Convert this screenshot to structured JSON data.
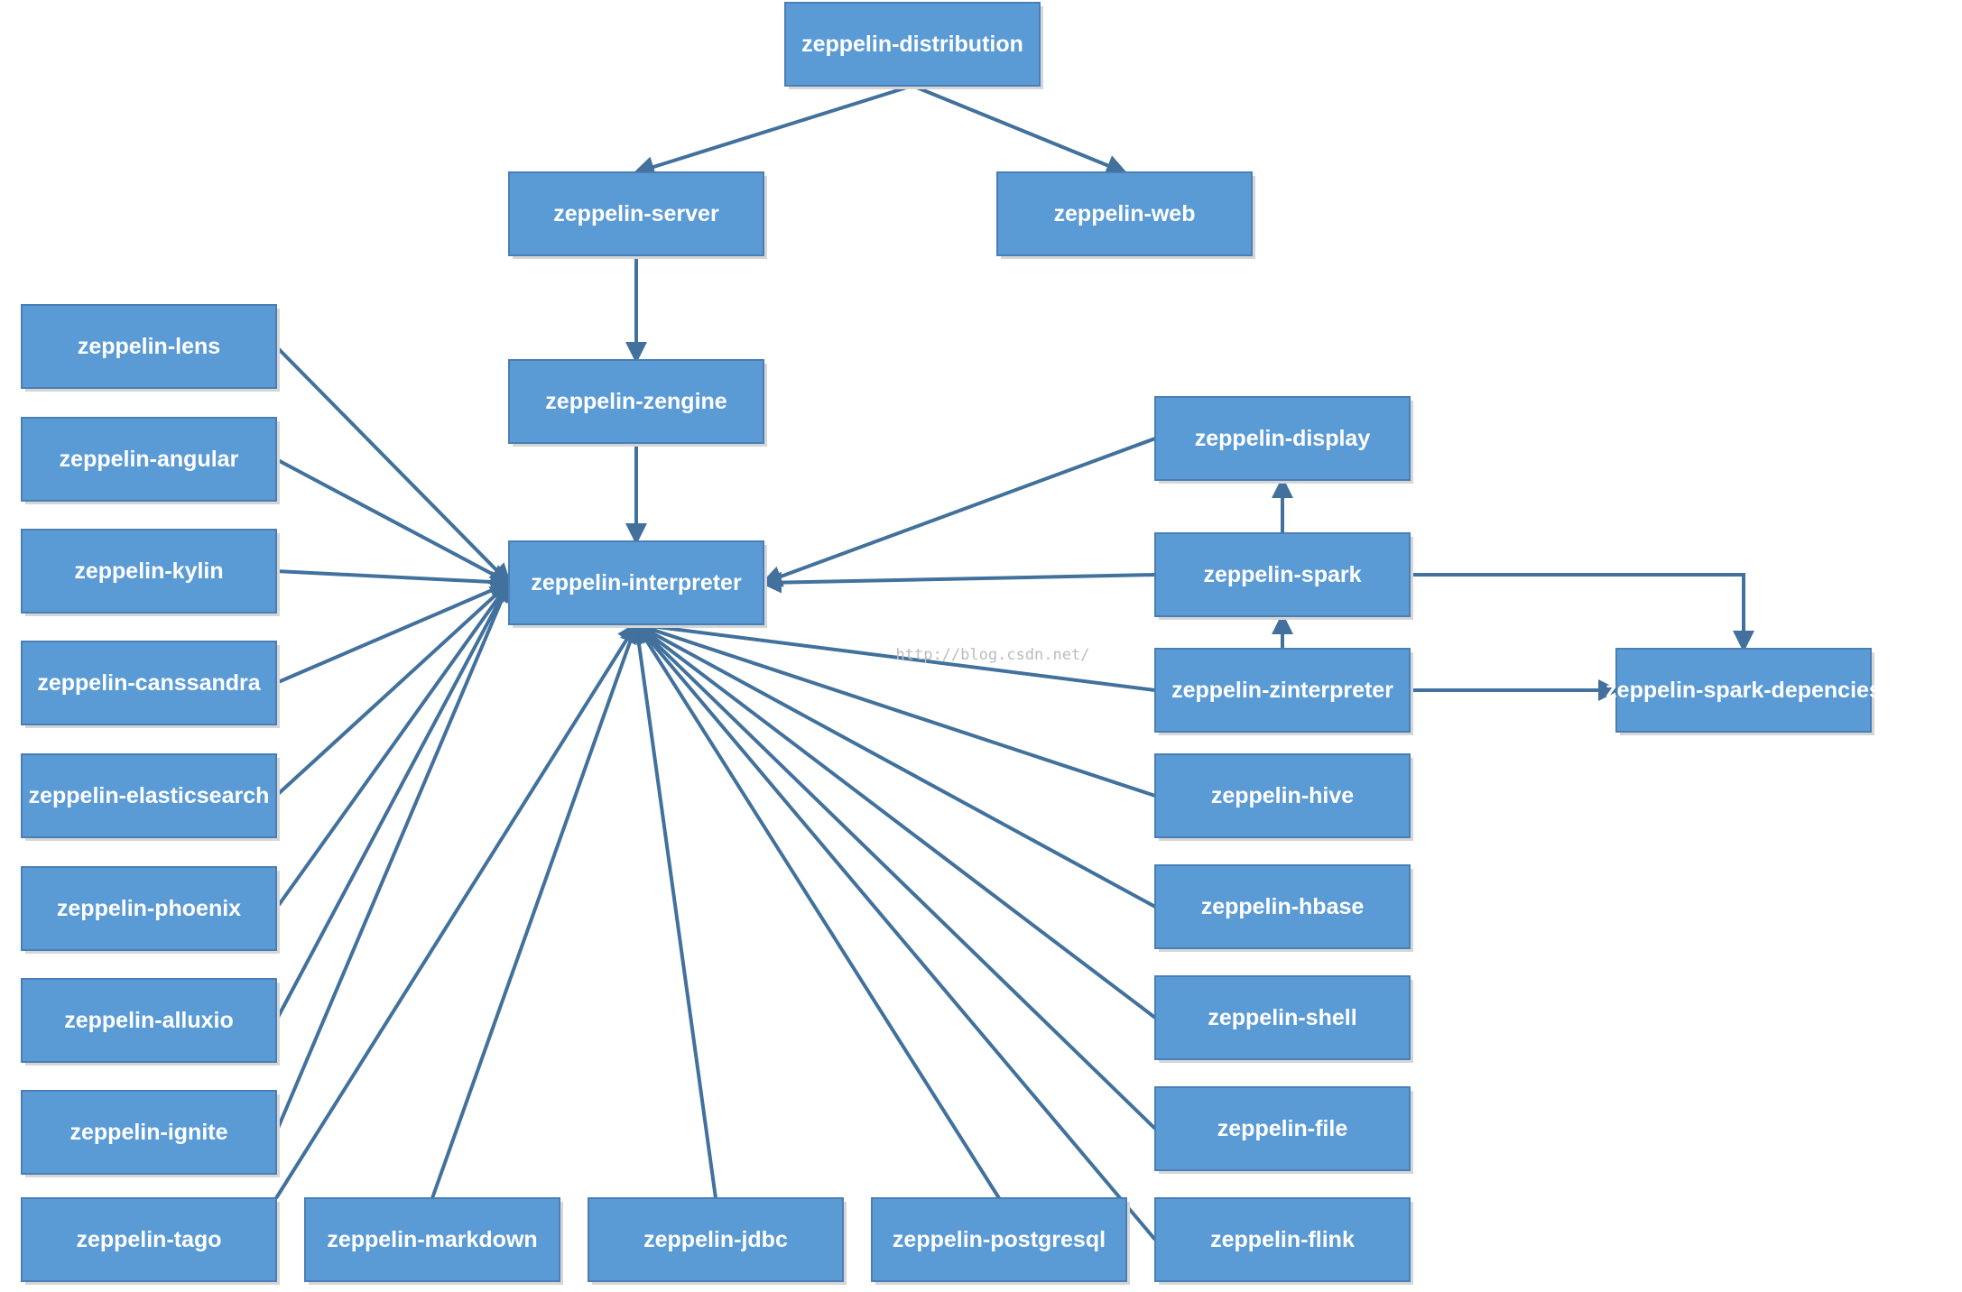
{
  "colors": {
    "node_fill": "#5b9bd5",
    "node_shadow": "#d6d6d6",
    "edge": "#41719c",
    "node_text": "#ffffff"
  },
  "watermark": "http://blog.csdn.net/",
  "nodes": [
    {
      "id": "distribution",
      "label": "zeppelin-distribution"
    },
    {
      "id": "server",
      "label": "zeppelin-server"
    },
    {
      "id": "web",
      "label": "zeppelin-web"
    },
    {
      "id": "zengine",
      "label": "zeppelin-zengine"
    },
    {
      "id": "interpreter",
      "label": "zeppelin-interpreter"
    },
    {
      "id": "lens",
      "label": "zeppelin-lens"
    },
    {
      "id": "angular",
      "label": "zeppelin-angular"
    },
    {
      "id": "kylin",
      "label": "zeppelin-kylin"
    },
    {
      "id": "canssandra",
      "label": "zeppelin-canssandra"
    },
    {
      "id": "elasticsearch",
      "label": "zeppelin-elasticsearch"
    },
    {
      "id": "phoenix",
      "label": "zeppelin-phoenix"
    },
    {
      "id": "alluxio",
      "label": "zeppelin-alluxio"
    },
    {
      "id": "ignite",
      "label": "zeppelin-ignite"
    },
    {
      "id": "tago",
      "label": "zeppelin-tago"
    },
    {
      "id": "markdown",
      "label": "zeppelin-markdown"
    },
    {
      "id": "jdbc",
      "label": "zeppelin-jdbc"
    },
    {
      "id": "postgresql",
      "label": "zeppelin-postgresql"
    },
    {
      "id": "flink",
      "label": "zeppelin-flink"
    },
    {
      "id": "display",
      "label": "zeppelin-display"
    },
    {
      "id": "spark",
      "label": "zeppelin-spark"
    },
    {
      "id": "zinterpreter",
      "label": "zeppelin-zinterpreter"
    },
    {
      "id": "spark_depencies",
      "label": "zeppelin-spark-depencies"
    },
    {
      "id": "hive",
      "label": "zeppelin-hive"
    },
    {
      "id": "hbase",
      "label": "zeppelin-hbase"
    },
    {
      "id": "shell",
      "label": "zeppelin-shell"
    },
    {
      "id": "file",
      "label": "zeppelin-file"
    }
  ],
  "edges": [
    {
      "from": "distribution",
      "to": "server"
    },
    {
      "from": "distribution",
      "to": "web"
    },
    {
      "from": "server",
      "to": "zengine"
    },
    {
      "from": "zengine",
      "to": "interpreter"
    },
    {
      "from": "lens",
      "to": "interpreter"
    },
    {
      "from": "angular",
      "to": "interpreter"
    },
    {
      "from": "kylin",
      "to": "interpreter"
    },
    {
      "from": "canssandra",
      "to": "interpreter"
    },
    {
      "from": "elasticsearch",
      "to": "interpreter"
    },
    {
      "from": "phoenix",
      "to": "interpreter"
    },
    {
      "from": "alluxio",
      "to": "interpreter"
    },
    {
      "from": "ignite",
      "to": "interpreter"
    },
    {
      "from": "tago",
      "to": "interpreter"
    },
    {
      "from": "markdown",
      "to": "interpreter"
    },
    {
      "from": "jdbc",
      "to": "interpreter"
    },
    {
      "from": "postgresql",
      "to": "interpreter"
    },
    {
      "from": "flink",
      "to": "interpreter"
    },
    {
      "from": "file",
      "to": "interpreter"
    },
    {
      "from": "shell",
      "to": "interpreter"
    },
    {
      "from": "hbase",
      "to": "interpreter"
    },
    {
      "from": "hive",
      "to": "interpreter"
    },
    {
      "from": "zinterpreter",
      "to": "interpreter"
    },
    {
      "from": "spark",
      "to": "interpreter"
    },
    {
      "from": "display",
      "to": "interpreter"
    },
    {
      "from": "spark",
      "to": "display"
    },
    {
      "from": "zinterpreter",
      "to": "spark"
    },
    {
      "from": "spark",
      "to": "spark_depencies"
    },
    {
      "from": "zinterpreter",
      "to": "spark_depencies"
    }
  ]
}
